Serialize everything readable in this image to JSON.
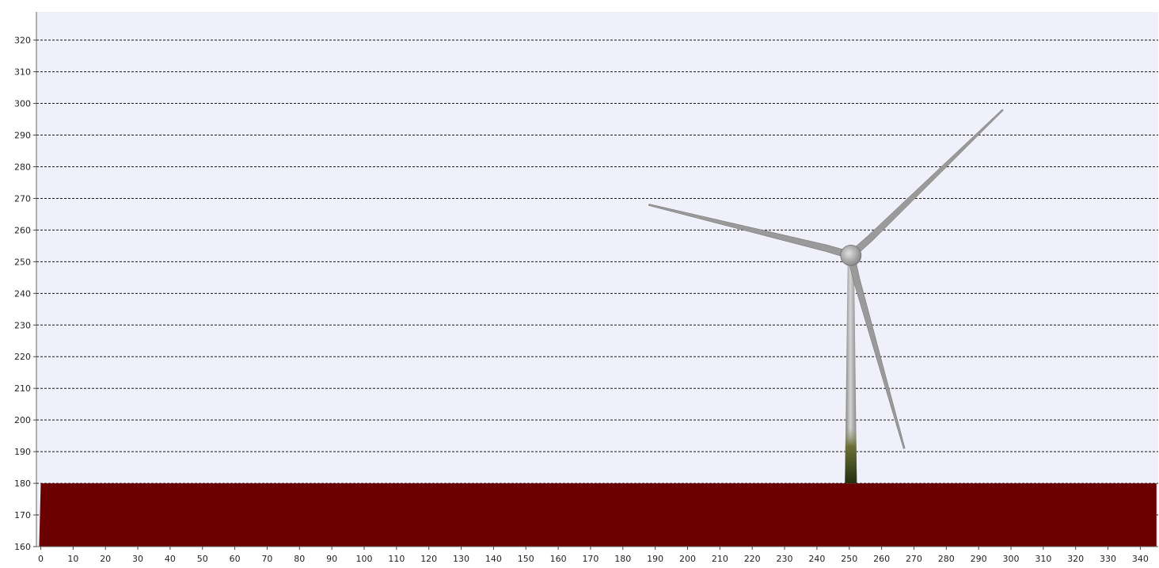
{
  "chart_data": {
    "type": "area",
    "title": "",
    "xlabel": "",
    "ylabel": "",
    "xlim": [
      0,
      345
    ],
    "ylim": [
      160,
      330
    ],
    "x_ticks": [
      0,
      10,
      20,
      30,
      40,
      50,
      60,
      70,
      80,
      90,
      100,
      110,
      120,
      130,
      140,
      150,
      160,
      170,
      180,
      190,
      200,
      210,
      220,
      230,
      240,
      250,
      260,
      270,
      280,
      290,
      300,
      310,
      320,
      330,
      340
    ],
    "y_ticks": [
      160,
      170,
      180,
      190,
      200,
      210,
      220,
      230,
      240,
      250,
      260,
      270,
      280,
      290,
      300,
      310,
      320
    ],
    "grid": "horizontal-dashed",
    "background_color": "#eff0fa",
    "terrain": {
      "color": "#6b0000",
      "points": [
        [
          -0.5,
          160
        ],
        [
          0,
          180
        ],
        [
          345,
          180
        ],
        [
          345,
          160
        ]
      ]
    },
    "turbine": {
      "position_x": 250.5,
      "base_y": 180,
      "hub_y": 252,
      "blade_tips": [
        [
          188,
          268
        ],
        [
          297.5,
          298
        ],
        [
          267,
          191
        ]
      ],
      "tower_color": "#a8a8a8",
      "tower_base_color": "#4a4f25",
      "blade_color": "#9a9a9a"
    }
  }
}
